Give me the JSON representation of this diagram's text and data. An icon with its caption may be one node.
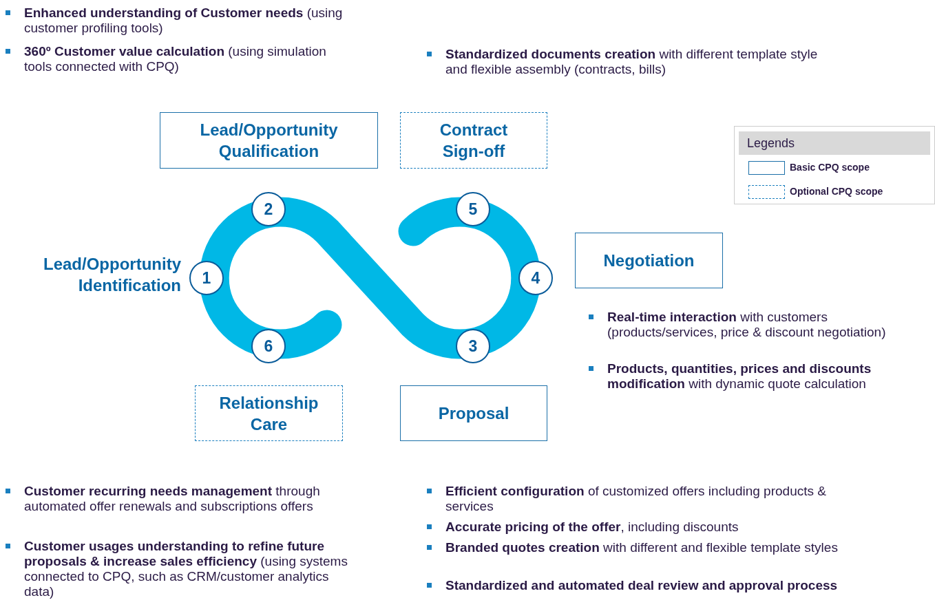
{
  "diagram": {
    "nodes": [
      {
        "text": [
          "Lead/Opportunity Qualification"
        ]
      },
      {
        "text": [
          "Contract Sign-off"
        ]
      },
      {
        "text": [
          "Lead/Opportunity Identification"
        ]
      },
      {
        "text": [
          "Negotiation"
        ]
      },
      {
        "text": [
          "Relationship Care"
        ]
      },
      {
        "text": [
          "Proposal"
        ]
      },
      {
        "text": [
          "1"
        ]
      },
      {
        "text": [
          "2"
        ]
      },
      {
        "text": [
          "3"
        ]
      },
      {
        "text": [
          "4"
        ]
      },
      {
        "text": [
          "5"
        ]
      },
      {
        "text": [
          "6"
        ]
      }
    ],
    "edges": [],
    "labels": [
      "**Enhanced understanding of Customer needs** (using customer profiling tools)",
      "**360º Customer value calculation** (using simulation tools connected with CPQ)",
      "**Standardized documents creation** with different template style and flexible assembly (contracts, bills)",
      "Legends",
      "**Real-time interaction** with customers (products/services, price & discount negotiation)",
      "**Products, quantities, prices and discounts modification** with dynamic quote calculation",
      "**Customer recurring needs management** through automated offer renewals and subscriptions offers",
      "**Customer usages understanding to refine future proposals & increase sales efficiency** (using systems connected to CPQ, such as CRM/customer analytics data)",
      "**Efficient configuration** of customized offers including products & services",
      "**Accurate pricing of the offer**, including discounts",
      "**Branded quotes creation** with different and flexible template styles",
      "Standardized and automated deal review and approval process"
    ],
    "legend": [
      {
        "text": "Basic CPQ scope"
      },
      {
        "text": "Optional CPQ scope"
      }
    ]
  }
}
